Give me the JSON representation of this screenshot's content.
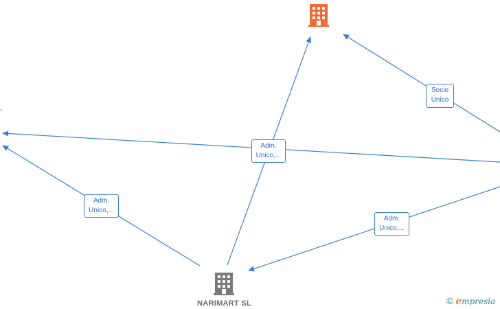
{
  "colors": {
    "edge": "#3a7fd5",
    "node_main": "#f26a35",
    "node_other": "#7a7a7a"
  },
  "nodes": {
    "top_company": {
      "icon": "building-icon",
      "label": ""
    },
    "narimart": {
      "icon": "building-icon",
      "label": "NARIMART SL"
    }
  },
  "edge_labels": {
    "socio_unico": {
      "line1": "Socio",
      "line2": "Único"
    },
    "adm_center": {
      "line1": "Adm.",
      "line2": "Unico,..."
    },
    "adm_left": {
      "line1": "Adm.",
      "line2": "Unico,..."
    },
    "adm_right": {
      "line1": "Adm.",
      "line2": "Unico,..."
    }
  },
  "brand": {
    "copyright": "©",
    "name_first": "e",
    "name_rest": "mpresia"
  }
}
